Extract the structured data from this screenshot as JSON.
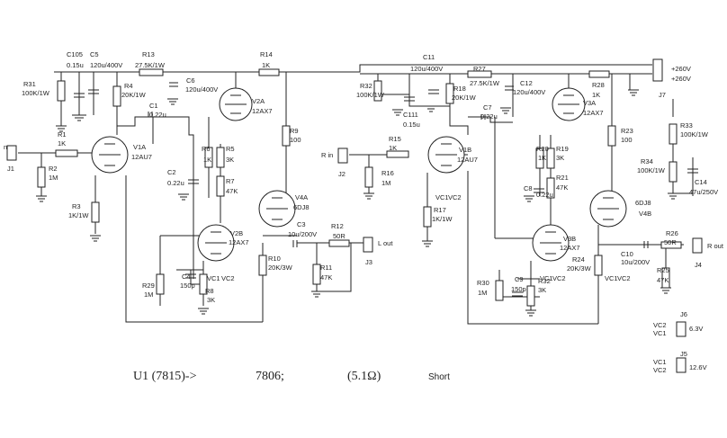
{
  "labels": {
    "c105": "C105",
    "c105v": "0.15u",
    "c5": "C5",
    "c5v": "120u/400V",
    "r13": "R13",
    "r13v": "27.5K/1W",
    "r14": "R14",
    "r14v": "1K",
    "c11": "C11",
    "c11v": "120u/400V",
    "r27": "R27",
    "r27v": "27.5K/1W",
    "c12": "C12",
    "c12v": "120u/400V",
    "r28": "R28",
    "r28v": "1K",
    "r31": "R31",
    "r31v": "100K/1W",
    "r4": "R4",
    "r4v": "20K/1W",
    "c6": "C6",
    "c6v": "120u/400V",
    "v2a": "V2A",
    "v2at": "12AX7",
    "c1": "C1",
    "c1v": "0.22u",
    "r1": "R1",
    "r1v": "1K",
    "v1a": "V1A",
    "v1at": "12AU7",
    "r2": "R2",
    "r2v": "1M",
    "j1": "J1",
    "j1in": "n",
    "r3": "R3",
    "r3v": "1K/1W",
    "r6": "R6",
    "r6v": "1K",
    "r5": "R5",
    "r5v": "3K",
    "r9": "R9",
    "r9v": "100",
    "c2": "C2",
    "c2v": "0.22u",
    "r7": "R7",
    "r7v": "47K",
    "v4a": "V4A",
    "v4at": "6DJ8",
    "v2b": "V2B",
    "v2bt": "12AX7",
    "c3": "C3",
    "c3v": "10u/200V",
    "r12": "R12",
    "r12v": "50R",
    "lout": "L out",
    "j3": "J3",
    "r10": "R10",
    "r10v": "20K/3W",
    "r11": "R11",
    "r11v": "47K",
    "r29": "R29",
    "r29v": "1M",
    "c4": "C4",
    "c4v": "150p",
    "r8": "R8",
    "r8v": "3K",
    "vc1": "VC1",
    "vc2": "VC2",
    "r32": "R32",
    "r32v": "100K/1W",
    "c111": "C111",
    "c111v": "0.15u",
    "r18": "R18",
    "r18v": "20K/1W",
    "c7": "C7",
    "c7v": "0.22u",
    "v3a": "V3A",
    "v3at": "12AX7",
    "rin": "R in",
    "j2": "J2",
    "r15": "R15",
    "r15v": "1K",
    "v1b": "V1B",
    "v1bt": "12AU7",
    "r16": "R16",
    "r16v": "1M",
    "r17": "R17",
    "r17v": "1K/1W",
    "r20": "R20",
    "r20v": "1K",
    "r19": "R19",
    "r19v": "3K",
    "r21": "R21",
    "r21v": "47K",
    "c8": "C8",
    "c8v": "0.22u",
    "r23": "R23",
    "r23v": "100",
    "r33": "R33",
    "r33v": "100K/1W",
    "r34": "R34",
    "r34v": "100K/1W",
    "c14": "C14",
    "c14v": "47u/250V",
    "v4b": "V4B",
    "v4bt": "6DJ8",
    "v3b": "V3B",
    "v3bt": "12AX7",
    "r24": "R24",
    "r24v": "20K/3W",
    "r26": "R26",
    "r26v": "50R",
    "rout": "R out",
    "j4": "J4",
    "c10": "C10",
    "c10v": "10u/200V",
    "r25": "R25",
    "r25v": "47K",
    "r30": "R30",
    "r30v": "1M",
    "c9": "C9",
    "c9v": "150p",
    "r32b": "R32",
    "r32bv": "3K",
    "hv1": "+260V",
    "hv2": "+260V",
    "j7": "J7",
    "j6": "J6",
    "j6v": "6.3V",
    "j5": "J5",
    "j5v": "12.6V"
  },
  "footer": {
    "note1": "U1 (7815)->",
    "note2": "7806;",
    "note3": "(5.1Ω)",
    "note4": "Short"
  }
}
